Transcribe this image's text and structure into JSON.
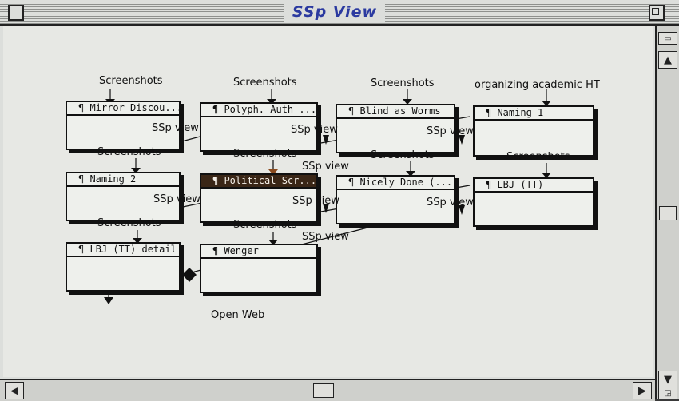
{
  "window": {
    "title": "SSp View"
  },
  "nodes": [
    {
      "title": "¶ Mirror Discou..."
    },
    {
      "title": "¶ Polyph. Auth ..."
    },
    {
      "title": "¶ Blind as Worms"
    },
    {
      "title": "¶ Naming 1"
    },
    {
      "title": "¶ Naming 2"
    },
    {
      "title": "¶ Political Scr..."
    },
    {
      "title": "¶ Nicely Done (..."
    },
    {
      "title": "¶ LBJ (TT)"
    },
    {
      "title": "¶ LBJ (TT) detail"
    },
    {
      "title": "¶ Wenger"
    }
  ],
  "labels": {
    "screenshots": "Screenshots",
    "ssp_view": "SSp view",
    "organizing": "organizing academic HT",
    "open_web": "Open Web"
  },
  "colors": {
    "title_text": "#2b3aa0",
    "selected_node": "#3a2616",
    "link_arrow": "#8a4a1e"
  }
}
